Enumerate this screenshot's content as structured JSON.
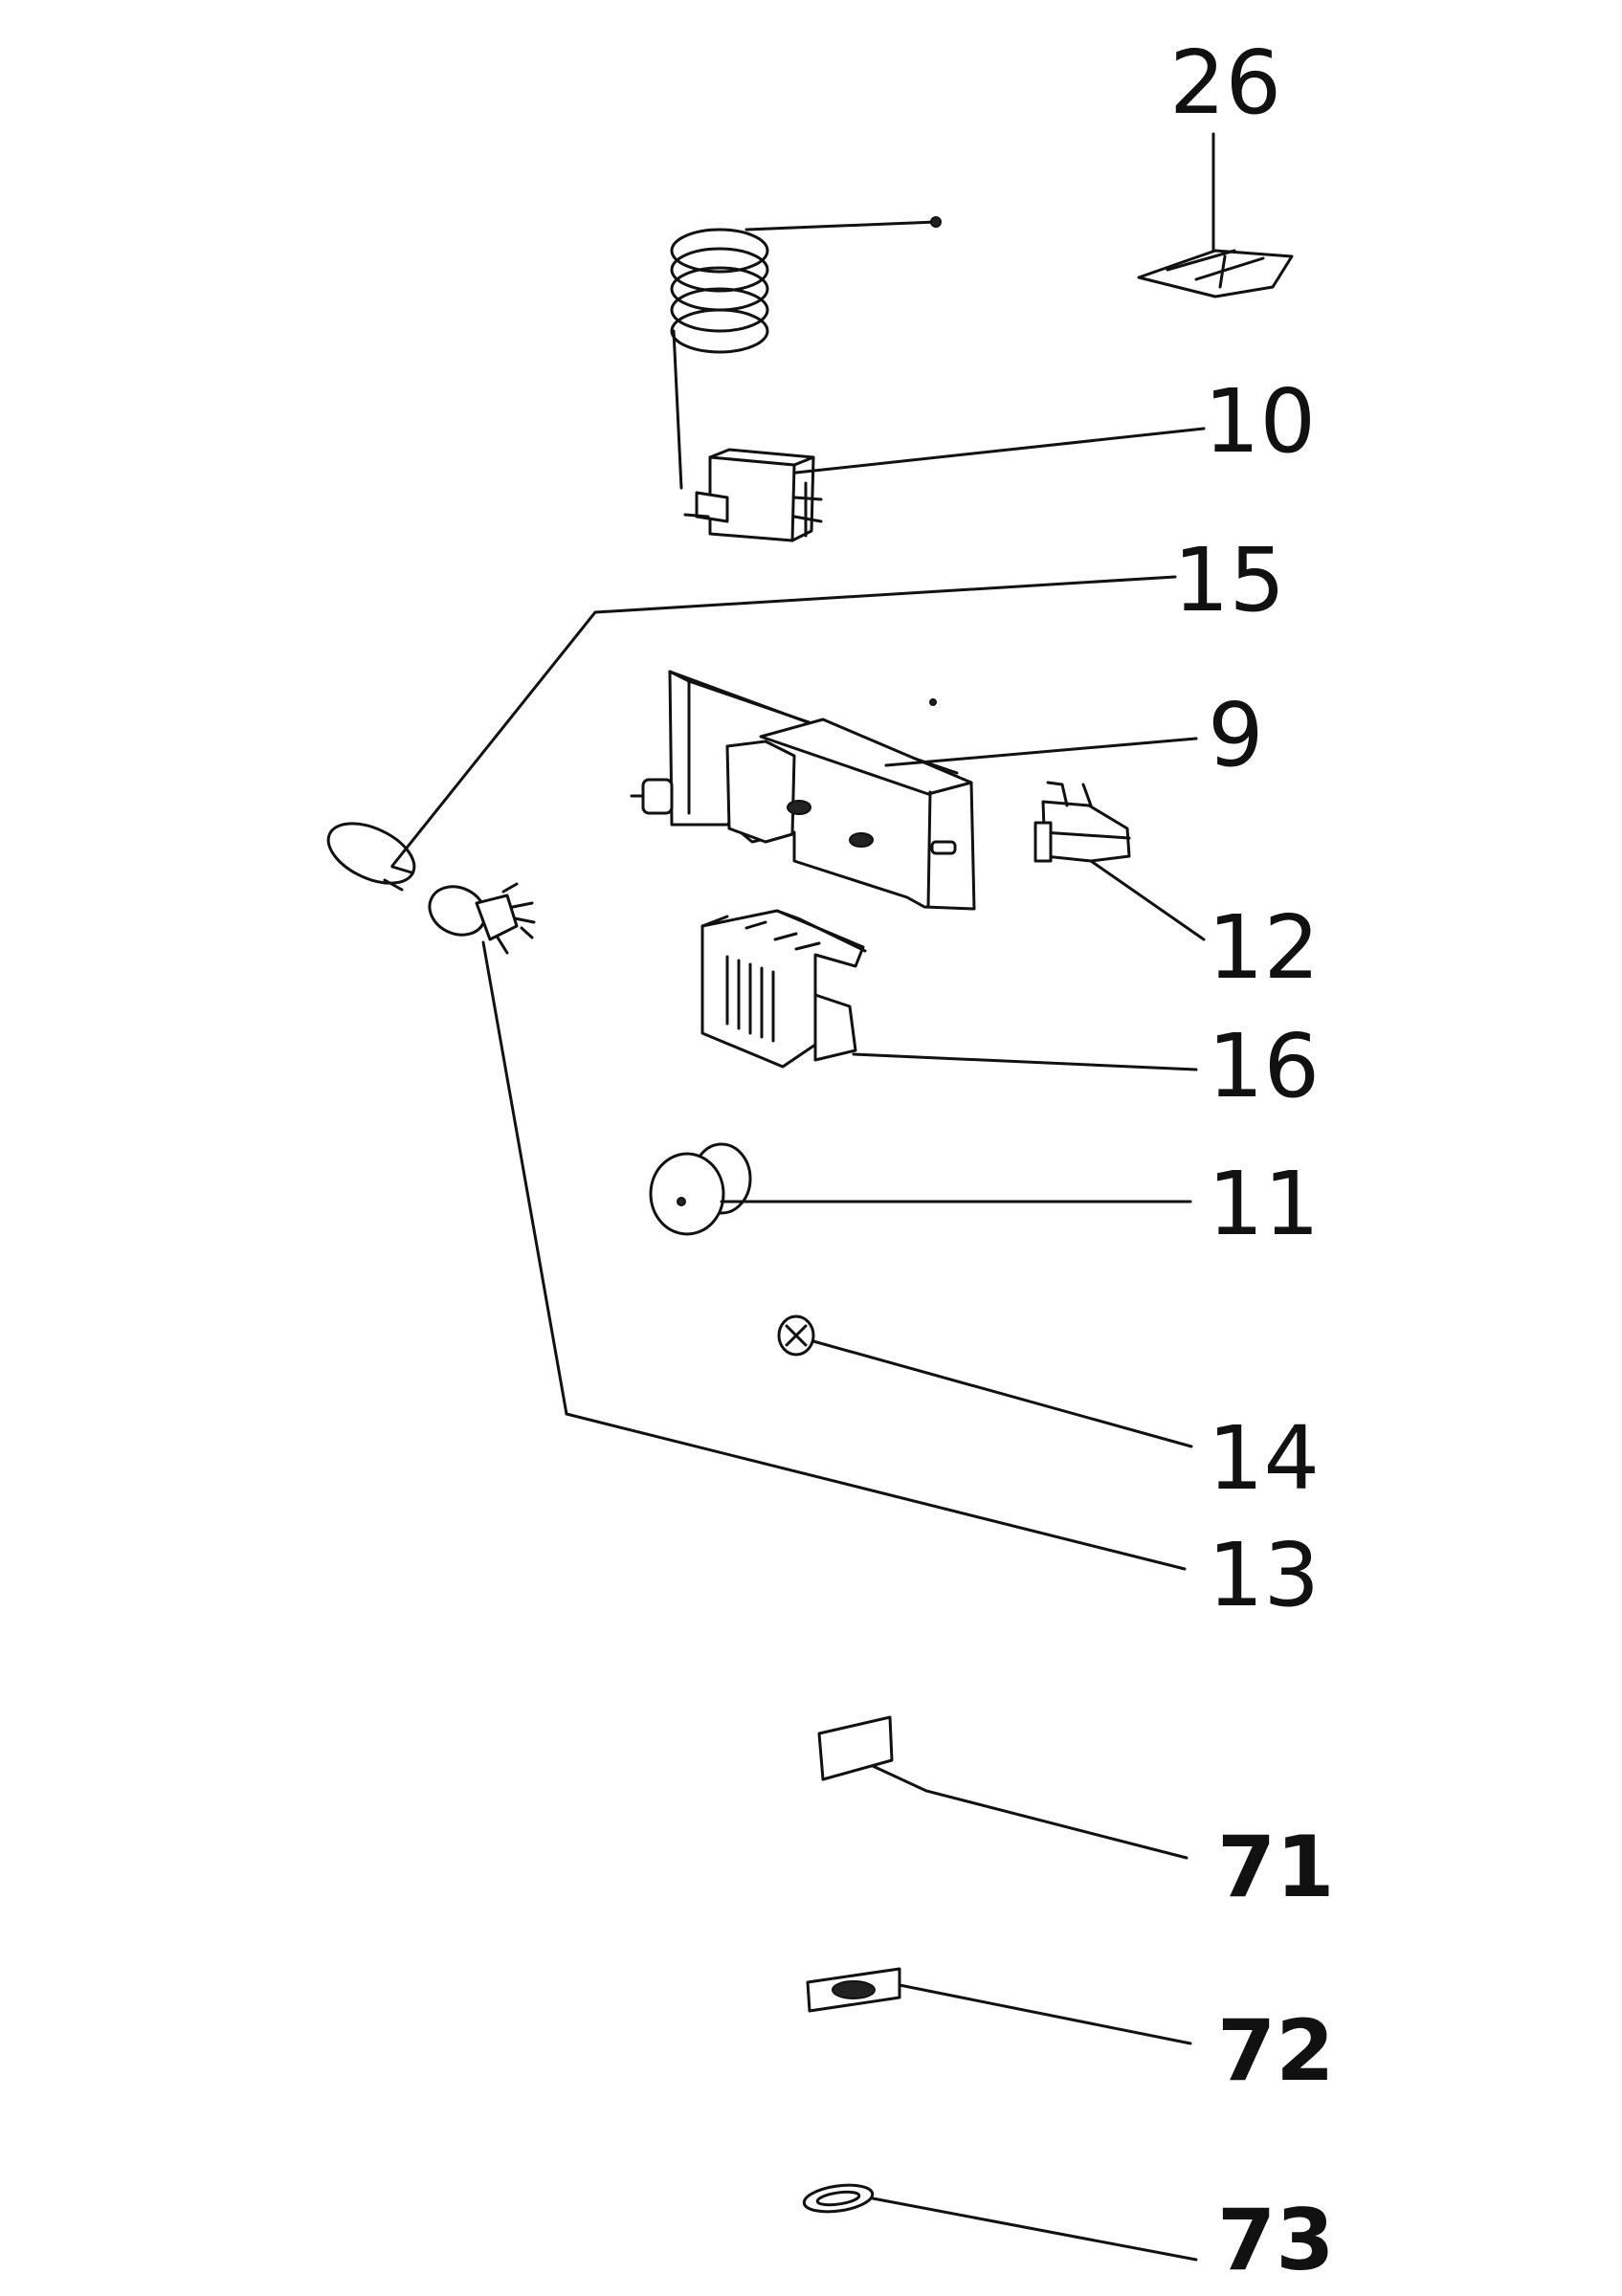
{
  "callouts": {
    "c26": "26",
    "c10": "10",
    "c15": "15",
    "c9": "9",
    "c12": "12",
    "c16": "16",
    "c11": "11",
    "c14": "14",
    "c13": "13",
    "c71": "71",
    "c72": "72",
    "c73": "73"
  }
}
